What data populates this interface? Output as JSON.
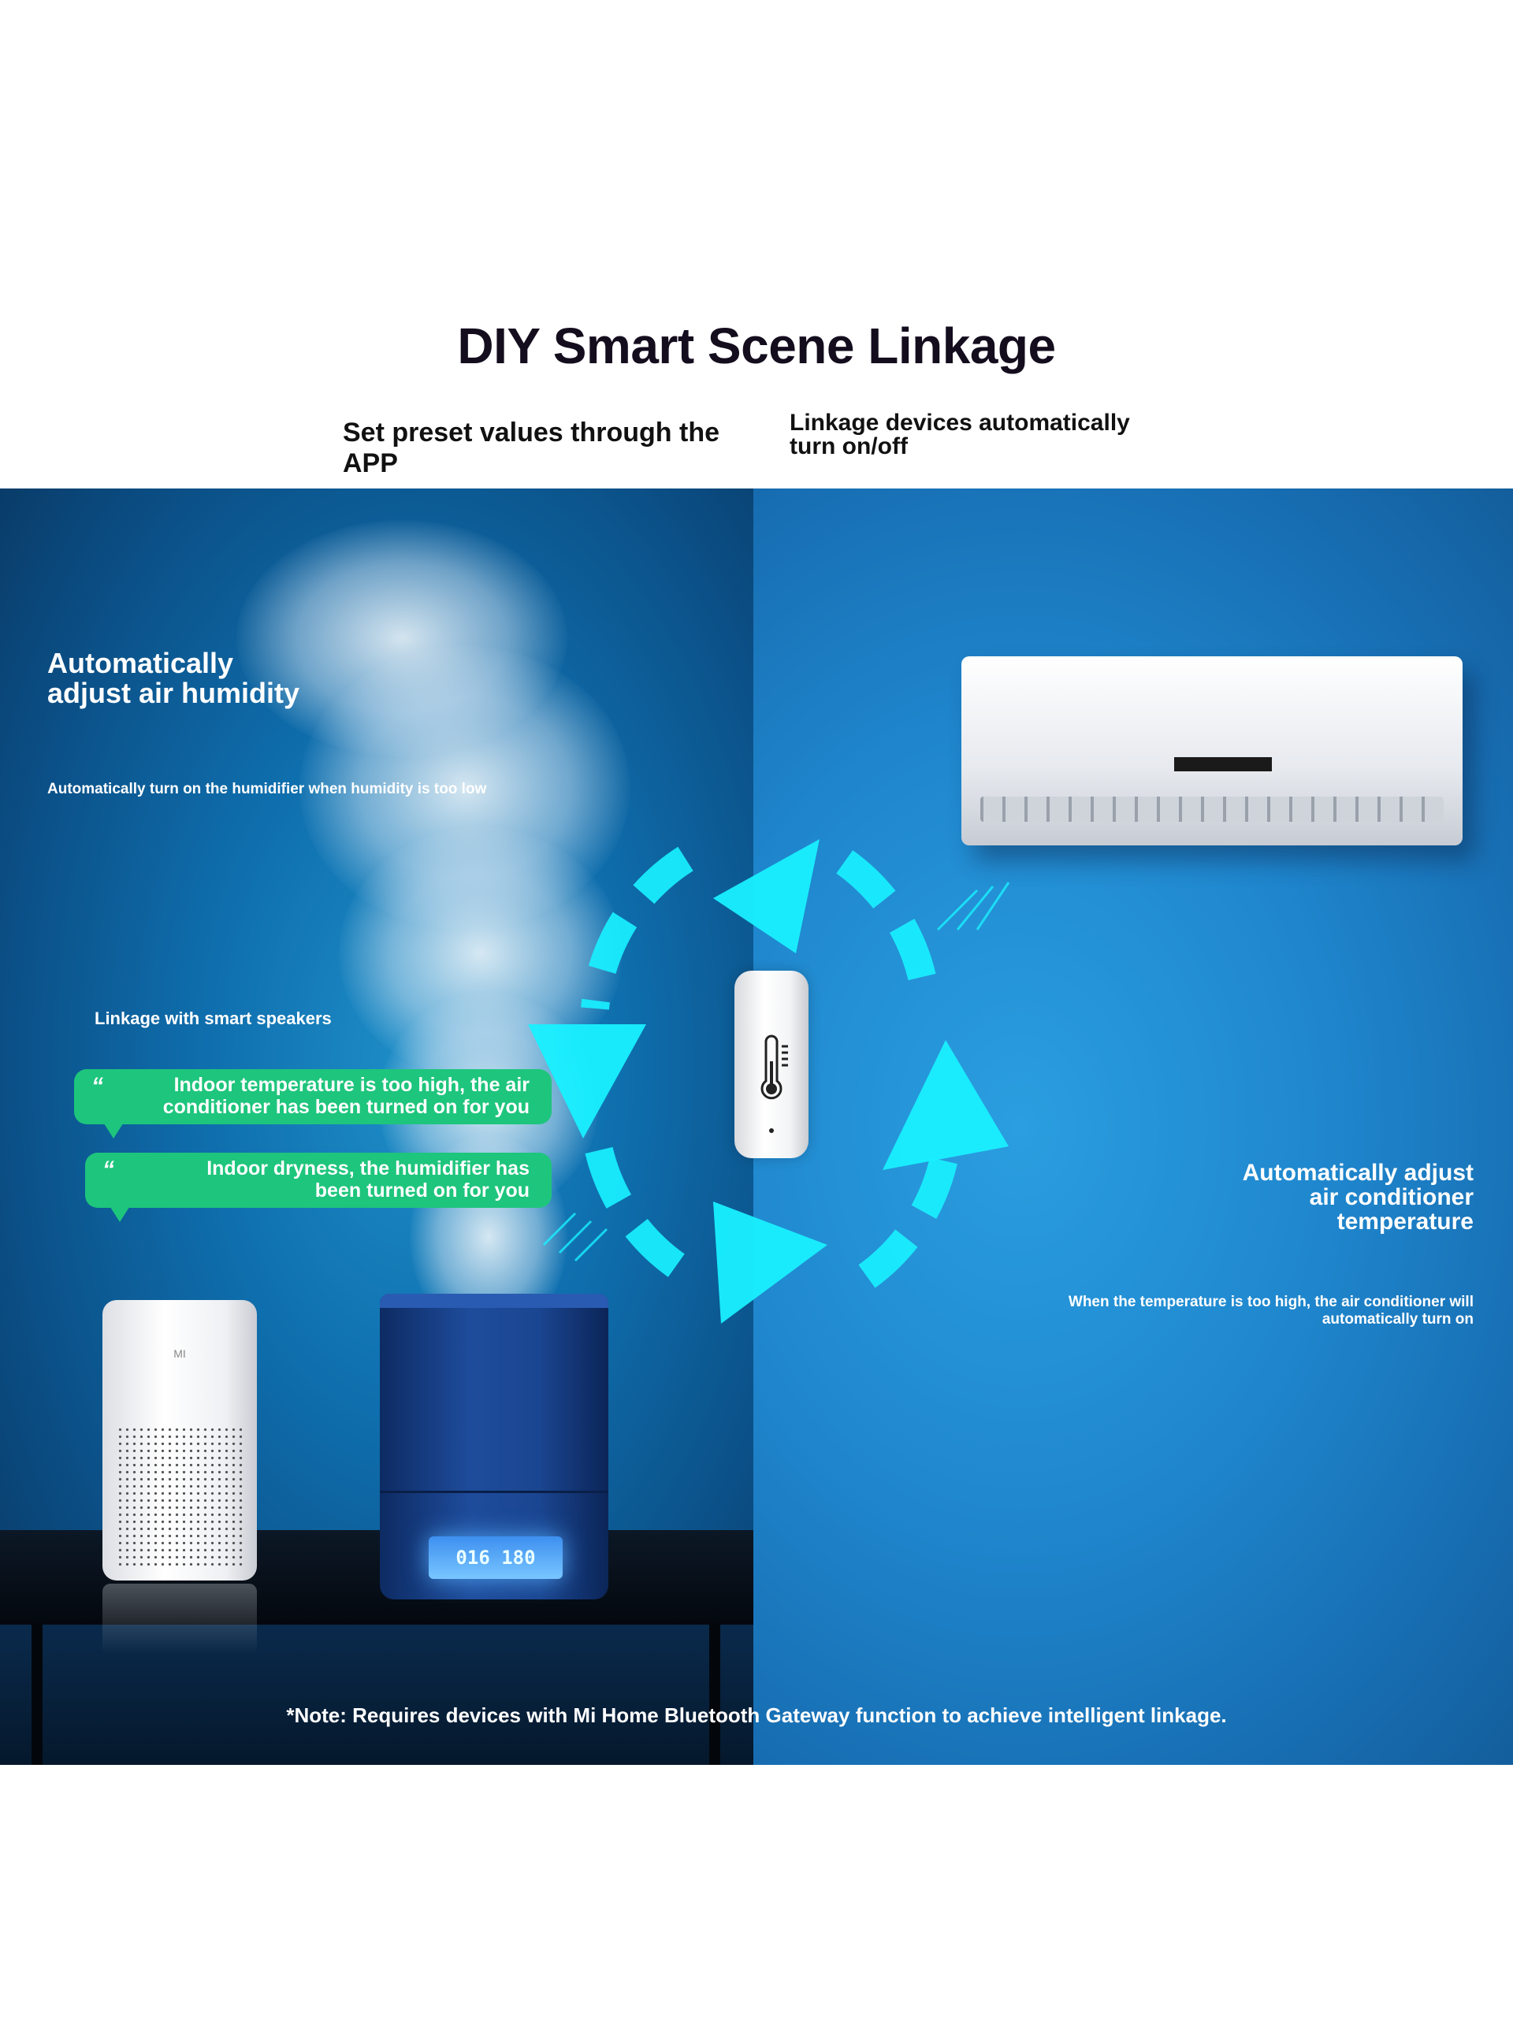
{
  "header": {
    "title": "DIY Smart Scene Linkage",
    "subtitle_left": "Set preset values through the APP",
    "subtitle_right": "Linkage devices automatically turn on/off"
  },
  "left_panel": {
    "heading": "Automatically adjust air humidity",
    "description": "Automatically turn on the humidifier when humidity is too low",
    "speakers_label": "Linkage with smart speakers",
    "bubbles": [
      {
        "text": "Indoor temperature is too high, the air conditioner has been turned on for you"
      },
      {
        "text": "Indoor dryness, the humidifier has been turned on for you"
      }
    ]
  },
  "right_panel": {
    "heading": "Automatically adjust air conditioner temperature",
    "description": "When the temperature is too high, the air conditioner will automatically turn on"
  },
  "devices": {
    "speaker_brand": "MI",
    "humidifier_display": "016 180",
    "thermometer_icon": "thermometer-icon"
  },
  "footer": {
    "note": "*Note: Requires devices with Mi Home Bluetooth Gateway function to achieve intelligent linkage."
  },
  "colors": {
    "bubble": "#1ec57c",
    "arrows": "#19f0ff",
    "left_bg": "#0f6fae",
    "right_bg": "#1f86cd",
    "title": "#140d1e"
  }
}
